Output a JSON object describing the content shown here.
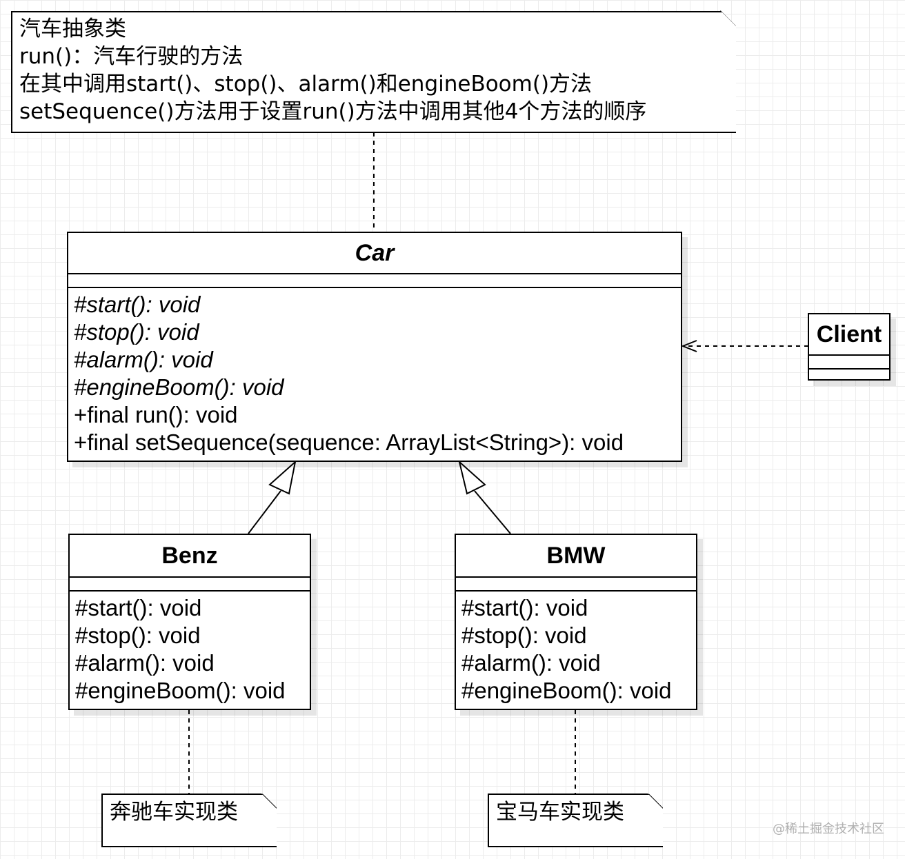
{
  "notes": {
    "car_note": {
      "lines": [
        "汽车抽象类",
        "run()：汽车行驶的方法",
        "在其中调用start()、stop()、alarm()和engineBoom()方法",
        "setSequence()方法用于设置run()方法中调用其他4个方法的顺序"
      ]
    },
    "benz_note": "奔驰车实现类",
    "bmw_note": "宝马车实现类"
  },
  "classes": {
    "car": {
      "name": "Car",
      "operations": [
        "#start(): void",
        "#stop(): void",
        "#alarm(): void",
        "#engineBoom(): void",
        "+final run(): void",
        "+final setSequence(sequence: ArrayList<String>): void"
      ]
    },
    "client": {
      "name": "Client"
    },
    "benz": {
      "name": "Benz",
      "operations": [
        "#start(): void",
        "#stop(): void",
        "#alarm(): void",
        "#engineBoom(): void"
      ]
    },
    "bmw": {
      "name": "BMW",
      "operations": [
        "#start(): void",
        "#stop(): void",
        "#alarm(): void",
        "#engineBoom(): void"
      ]
    }
  },
  "watermark": "@稀土掘金技术社区"
}
